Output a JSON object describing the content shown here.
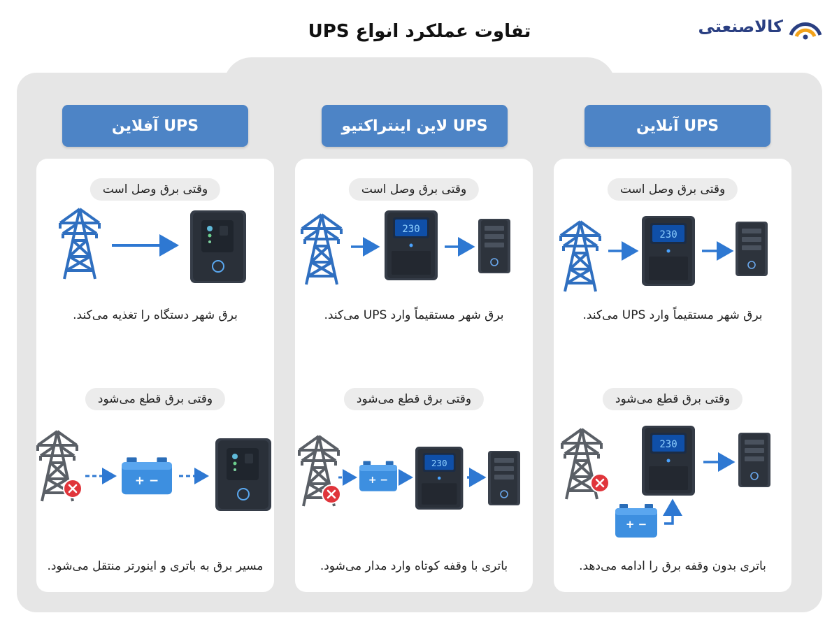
{
  "title": "تفاوت عملکرد انواع UPS",
  "logo": {
    "text": "کالاصنعتی"
  },
  "columns": [
    {
      "header": "UPS آنلاین",
      "power_on": {
        "label": "وقتی برق وصل است",
        "description": "برق شهر مستقیماً وارد UPS می‌کند.",
        "display": "230"
      },
      "power_off": {
        "label": "وقتی برق قطع می‌شود",
        "description": "باتری بدون وقفه برق را ادامه می‌دهد.",
        "display": "230",
        "battery_symbols": "+ −"
      }
    },
    {
      "header": "UPS لاین اینتراکتیو",
      "power_on": {
        "label": "وقتی برق وصل است",
        "description": "برق شهر مستقیماً وارد UPS می‌کند.",
        "display": "230"
      },
      "power_off": {
        "label": "وقتی برق قطع می‌شود",
        "description": "باتری با وقفه کوتاه وارد مدار می‌شود.",
        "display": "230",
        "battery_symbols": "+ −"
      }
    },
    {
      "header": "UPS آفلاین",
      "power_on": {
        "label": "وقتی برق وصل است",
        "description": "برق شهر دستگاه را تغذیه می‌کند."
      },
      "power_off": {
        "label": "وقتی برق قطع می‌شود",
        "description": "مسیر برق به باتری و اینورتر منتقل می‌شود.",
        "battery_symbols": "+ −"
      }
    }
  ],
  "colors": {
    "header_blue": "#4d84c6",
    "tower_blue": "#2f6fc0",
    "tower_gray": "#5a5f66",
    "arrow_blue": "#2e78d2",
    "battery_blue": "#3d8fe0",
    "lcd_blue": "#2a7fe8",
    "ups_dark": "#2e3540",
    "fault_red": "#e0353b"
  }
}
